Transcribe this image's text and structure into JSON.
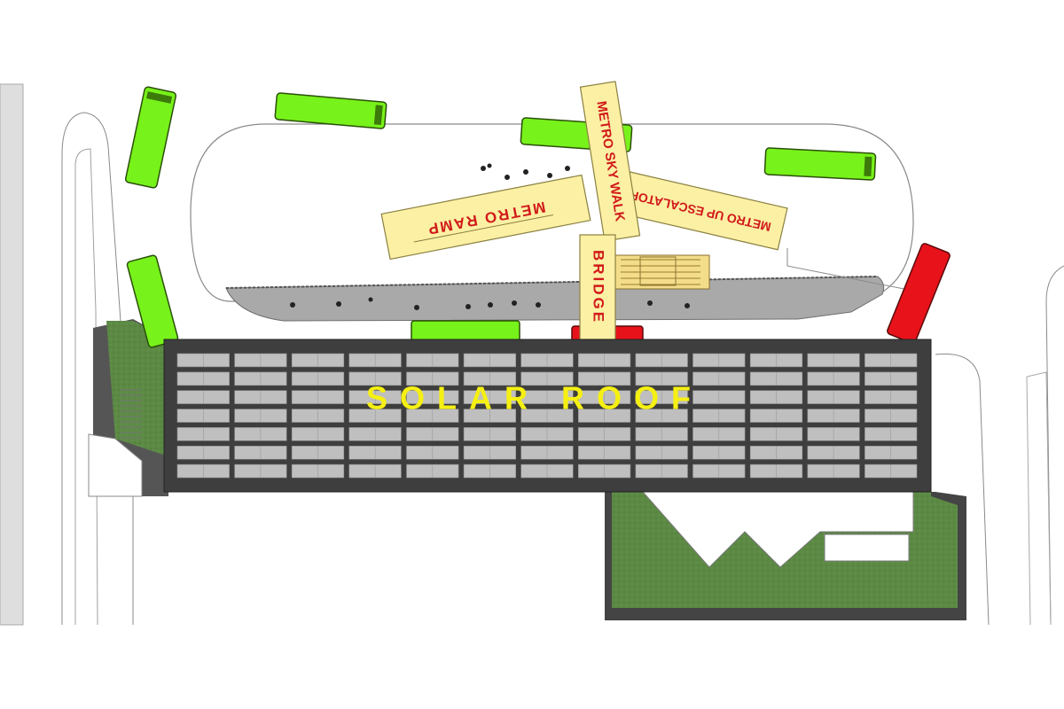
{
  "labels": {
    "solar_roof": "SOLAR ROOF",
    "metro_sky_walk": "METRO SKY WALK",
    "metro_ramp": "METRO RAMP",
    "metro_up_escalator": "METRO UP ESCALATOR",
    "bridge": "BRIDGE"
  },
  "colors": {
    "bus_green": "#77f21a",
    "bus_red": "#e8121b",
    "walkway_yellow": "#fbf0a4",
    "label_red": "#d11a1a",
    "solar_yellow": "#f5f012",
    "roof_dark": "#3e3e3e",
    "panel_gray": "#bfbfbf",
    "grass_green": "#5c8a45",
    "road_gray": "#a9a9a9"
  },
  "solar_panels": {
    "rows": 7,
    "columns": 13
  }
}
